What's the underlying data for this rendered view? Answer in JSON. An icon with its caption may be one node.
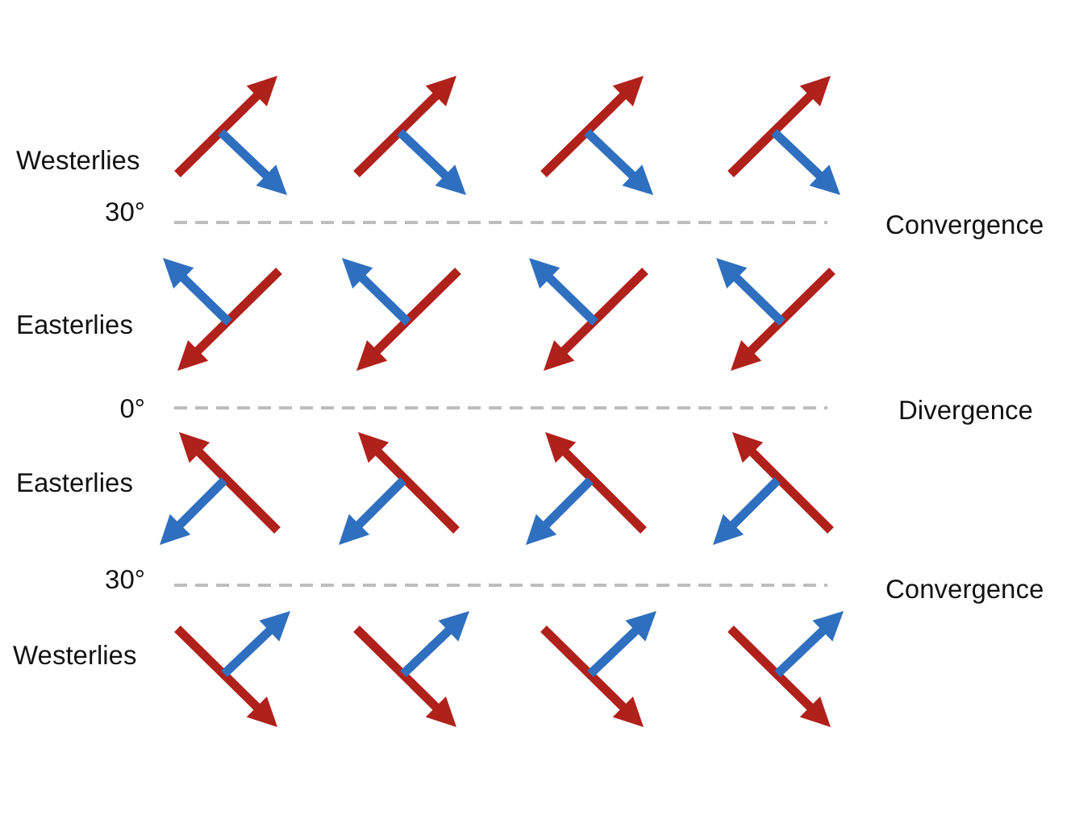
{
  "diagram": {
    "labels": [
      "Westerlies",
      "30°",
      "Convergence",
      "Easterlies",
      "0°",
      "Divergence",
      "Easterlies",
      "30°",
      "Convergence",
      "Westerlies"
    ]
  }
}
